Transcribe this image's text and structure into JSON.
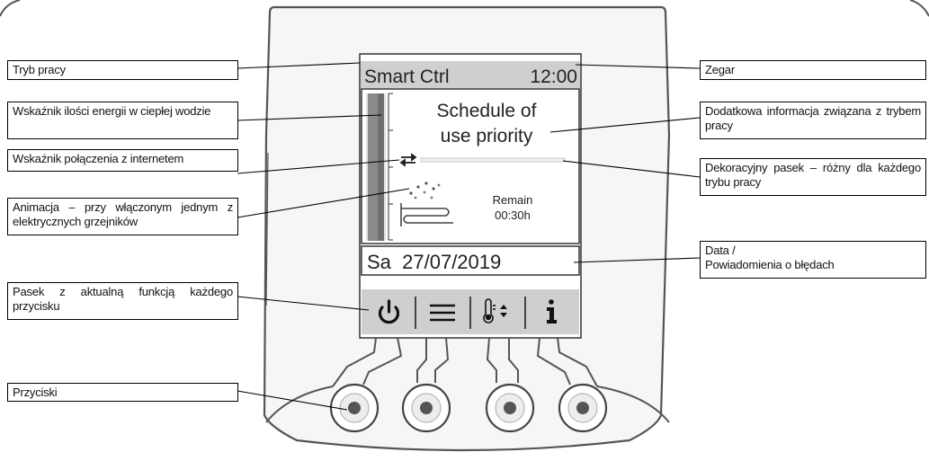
{
  "labels": {
    "tryb_pracy": "Tryb pracy",
    "wskaznik_energii": "Wskaźnik ilości energii w ciepłej wodzie",
    "wskaznik_polaczenia": "Wskaźnik połączenia z internetem",
    "animacja": "Animacja – przy włączonym jednym z elektrycznych grzejników",
    "pasek_funkcji": "Pasek z aktualną funkcją każdego przycisku",
    "przyciski": "Przyciski",
    "zegar": "Zegar",
    "dodatkowa_informacja": "Dodatkowa informacja związana z trybem pracy",
    "dekoracyjny_pasek": "Dekoracyjny pasek – różny dla każdego trybu pracy",
    "data_line1": "Data /",
    "data_line2": "Powiadomienia o błędach"
  },
  "screen": {
    "mode": "Smart Ctrl",
    "time": "12:00",
    "info_line1": "Schedule of",
    "info_line2": "use priority",
    "remain_label": "Remain",
    "remain_time": "00:30h",
    "date": "Sa  27/07/2019"
  },
  "icons": [
    "power-icon",
    "menu-icon",
    "thermometer-icon",
    "info-icon"
  ],
  "colors": {
    "screen_gray": "#cfcfcf",
    "energy_bar": "#8a8a8a",
    "outline": "#333333"
  }
}
